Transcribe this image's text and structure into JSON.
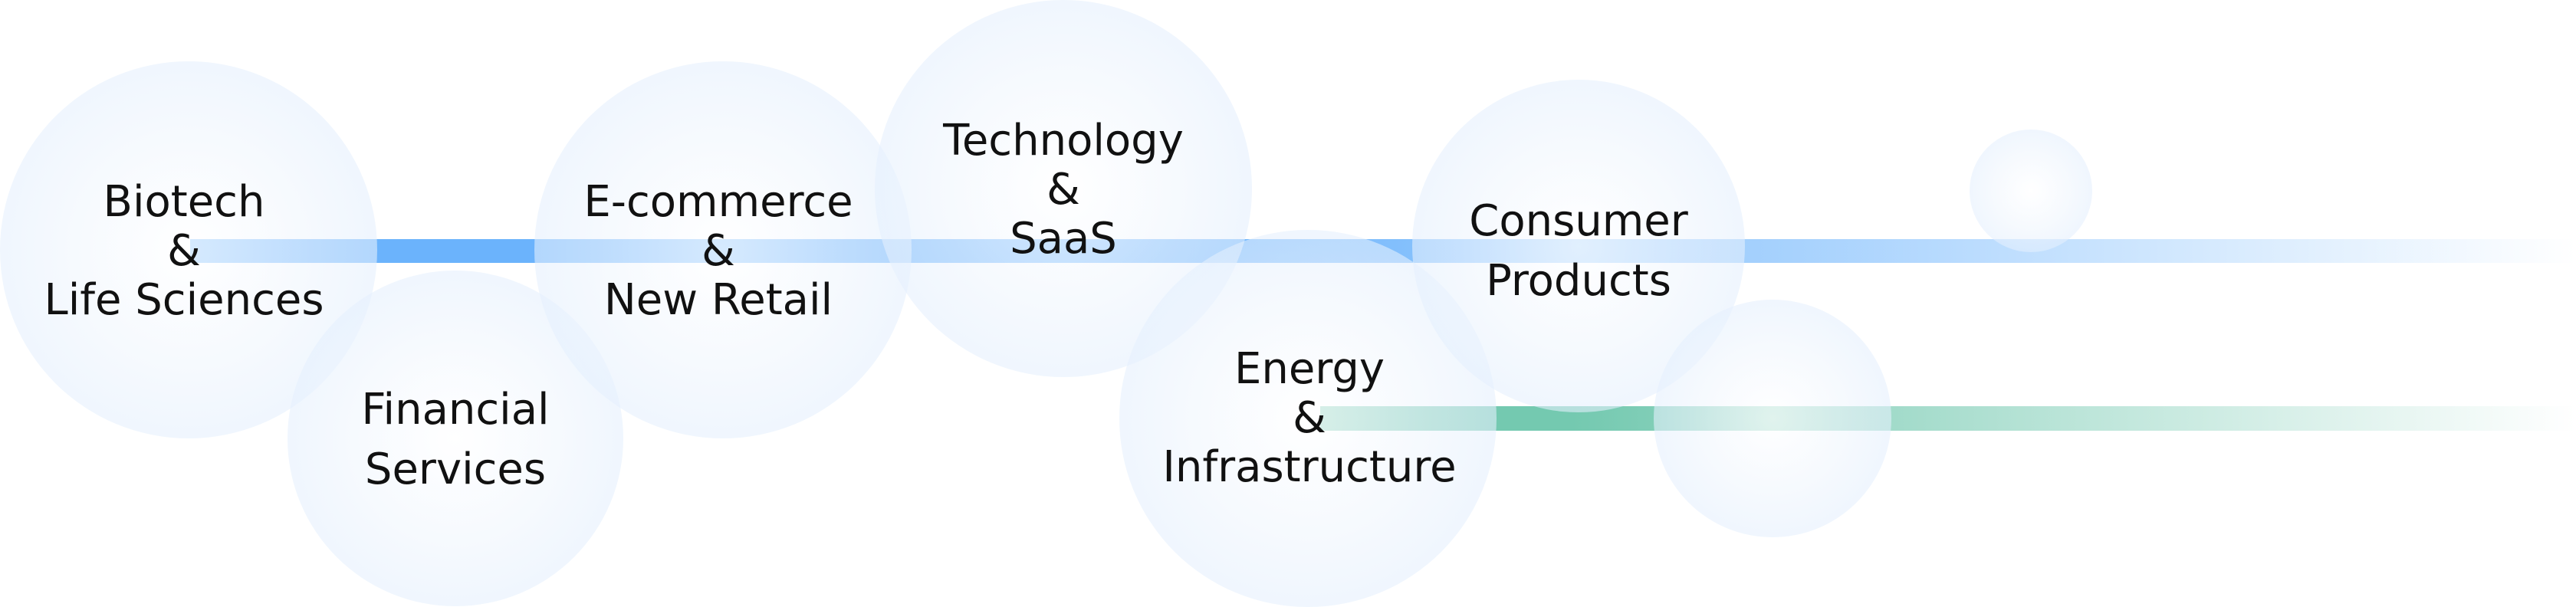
{
  "colors": {
    "primary_track": "#6bb3fc",
    "secondary_track": "#74c9b0",
    "bubble": "#d6e8fc",
    "text": "#111111"
  },
  "tracks": [
    {
      "name": "primary",
      "color": "#6bb3fc"
    },
    {
      "name": "secondary",
      "color": "#74c9b0"
    }
  ],
  "sectors": [
    {
      "id": "biotech",
      "lines": [
        "Biotech",
        "&",
        "Life Sciences"
      ]
    },
    {
      "id": "financial",
      "lines": [
        "Financial",
        "Services"
      ]
    },
    {
      "id": "ecommerce",
      "lines": [
        "E-commerce",
        "&",
        "New Retail"
      ]
    },
    {
      "id": "technology",
      "lines": [
        "Technology",
        "&",
        "SaaS"
      ]
    },
    {
      "id": "energy",
      "lines": [
        "Energy",
        "&",
        "Infrastructure"
      ]
    },
    {
      "id": "consumer",
      "lines": [
        "Consumer",
        "Products"
      ]
    }
  ]
}
